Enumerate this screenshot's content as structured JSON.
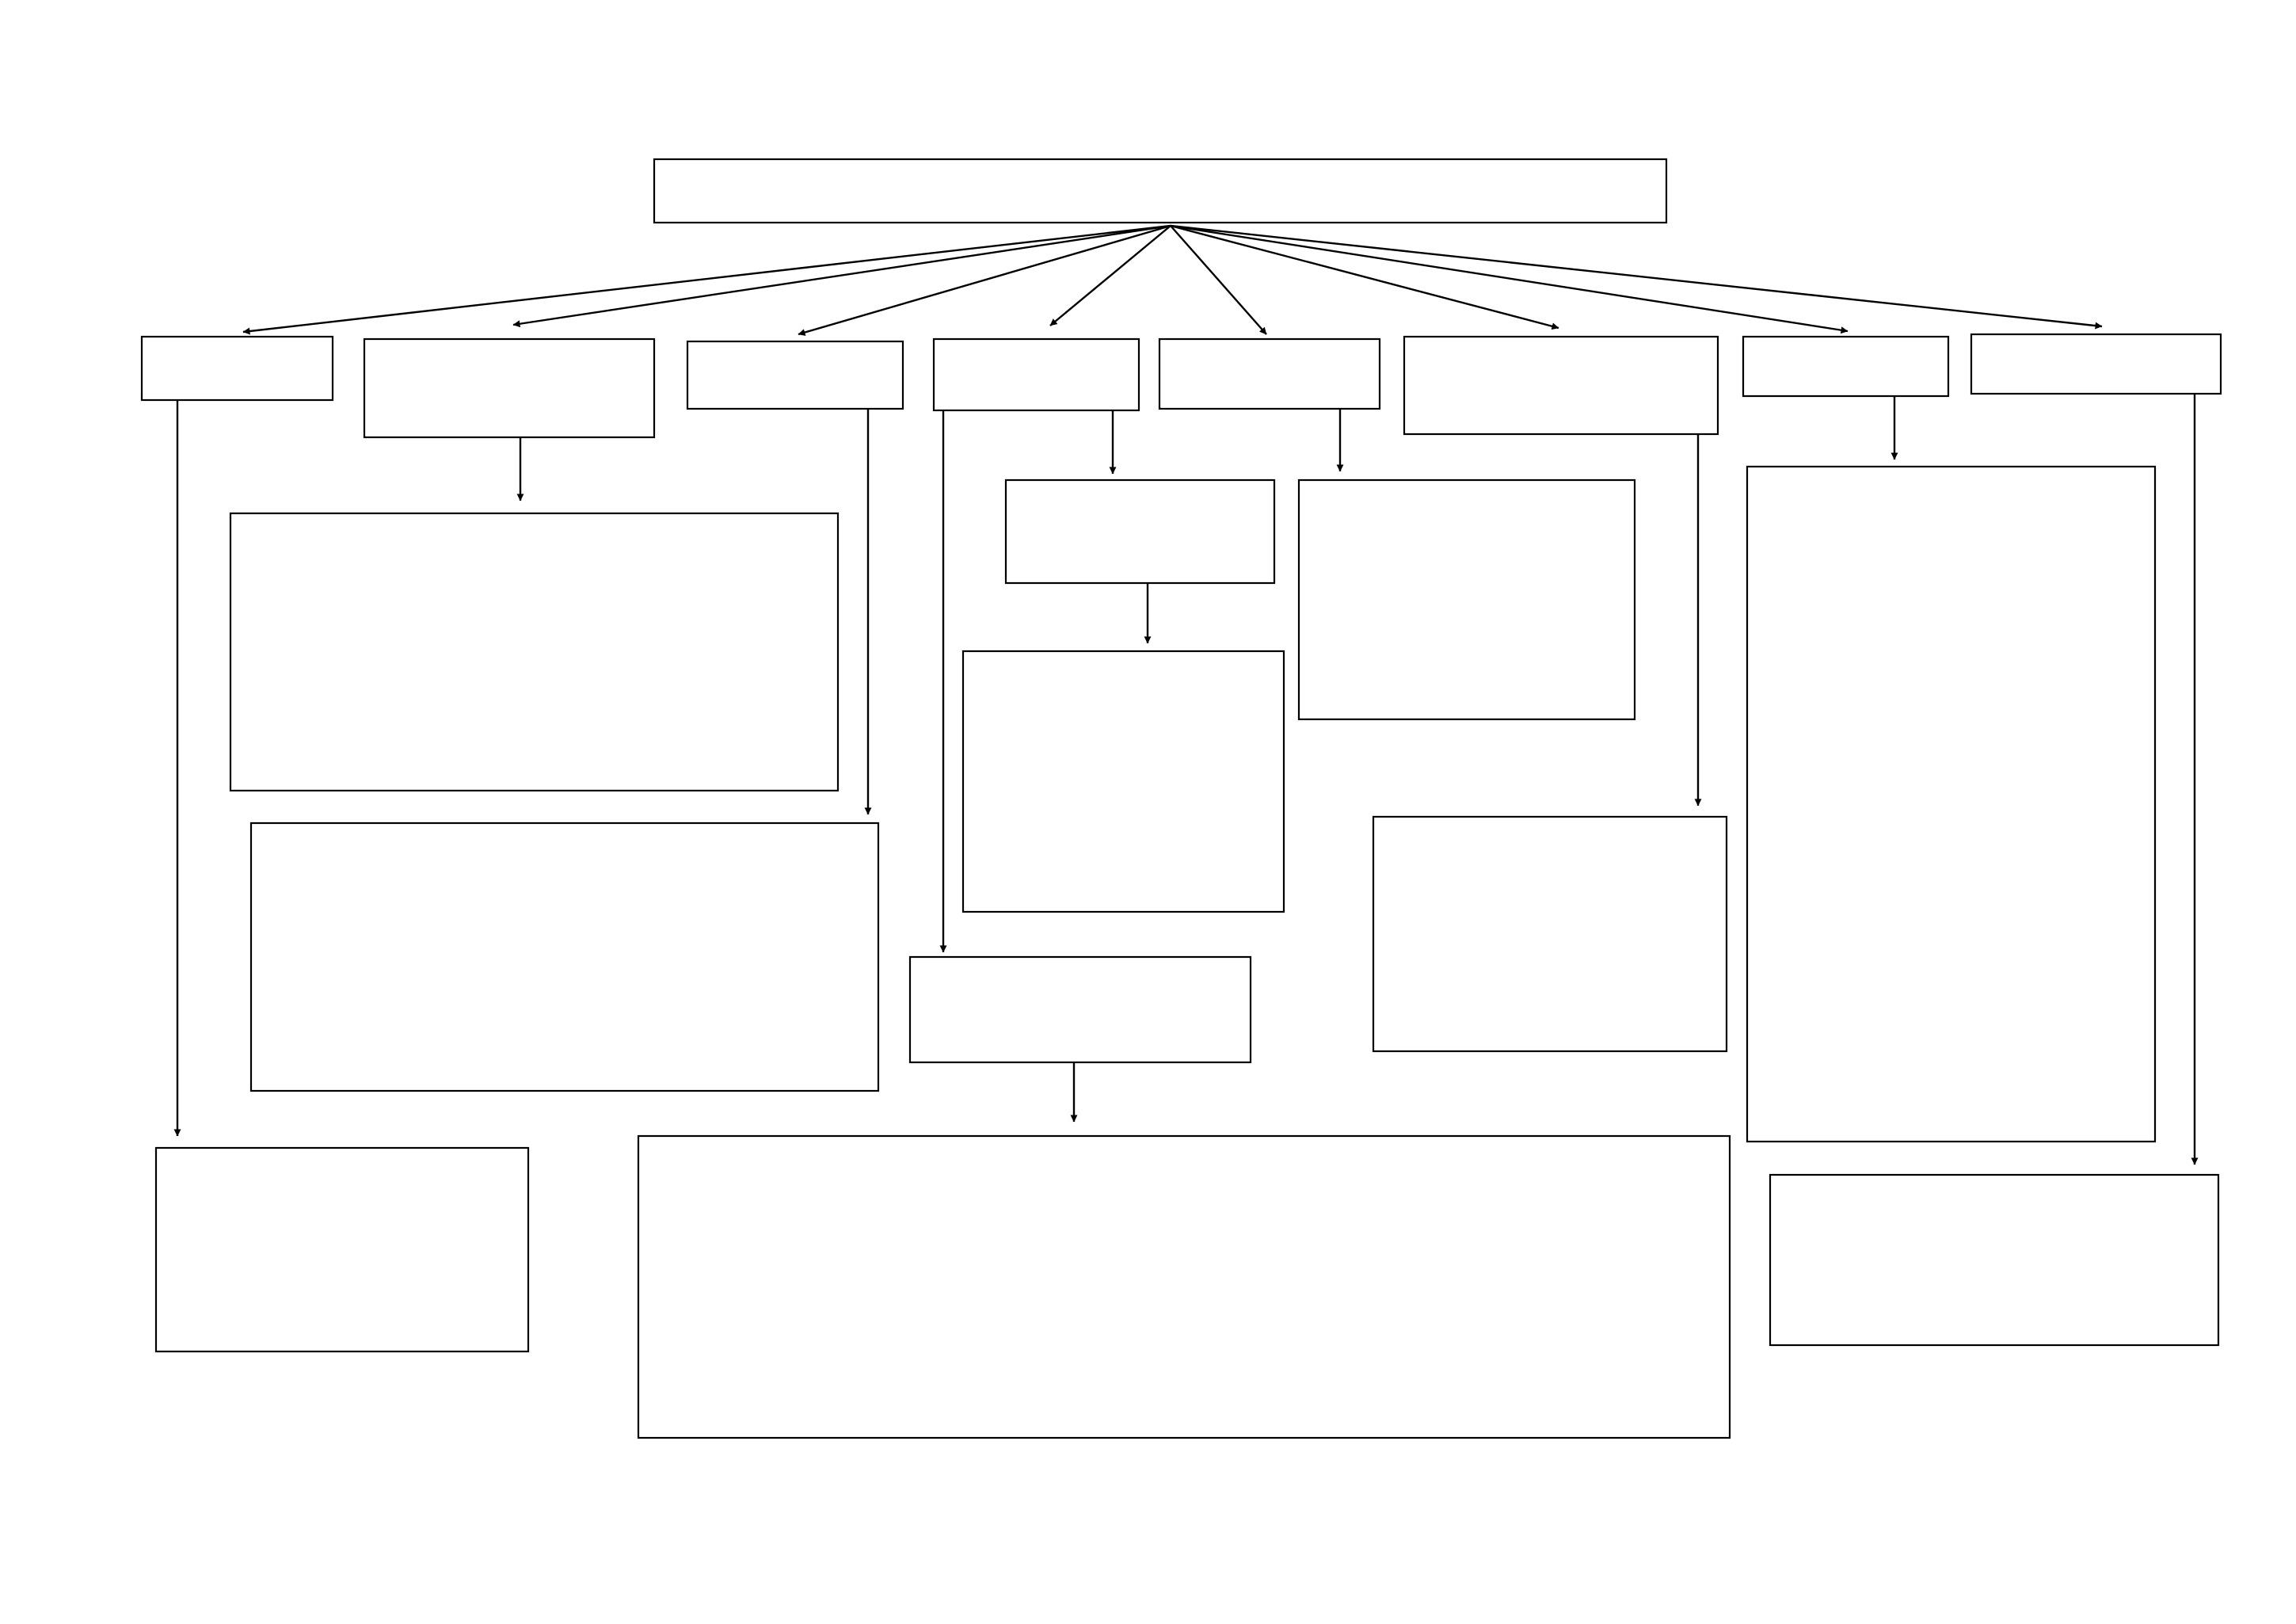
{
  "diagram": {
    "type": "flowchart-template",
    "colors": {
      "background": "#ffffff",
      "stroke": "#000000"
    },
    "nodes": [
      {
        "id": "root",
        "label": ""
      },
      {
        "id": "l1-1",
        "label": ""
      },
      {
        "id": "l1-2",
        "label": ""
      },
      {
        "id": "l1-3",
        "label": ""
      },
      {
        "id": "l1-4",
        "label": ""
      },
      {
        "id": "l1-5",
        "label": ""
      },
      {
        "id": "l1-6",
        "label": ""
      },
      {
        "id": "l1-7",
        "label": ""
      },
      {
        "id": "l1-8",
        "label": ""
      },
      {
        "id": "c2",
        "label": ""
      },
      {
        "id": "c3",
        "label": ""
      },
      {
        "id": "c4a",
        "label": ""
      },
      {
        "id": "c4a-child",
        "label": ""
      },
      {
        "id": "c4b",
        "label": ""
      },
      {
        "id": "c4b-child",
        "label": ""
      },
      {
        "id": "c5",
        "label": ""
      },
      {
        "id": "c6",
        "label": ""
      },
      {
        "id": "c7",
        "label": ""
      },
      {
        "id": "c8",
        "label": ""
      },
      {
        "id": "c1",
        "label": ""
      }
    ],
    "edges": [
      {
        "from": "root",
        "to": "l1-1"
      },
      {
        "from": "root",
        "to": "l1-2"
      },
      {
        "from": "root",
        "to": "l1-3"
      },
      {
        "from": "root",
        "to": "l1-4"
      },
      {
        "from": "root",
        "to": "l1-5"
      },
      {
        "from": "root",
        "to": "l1-6"
      },
      {
        "from": "root",
        "to": "l1-7"
      },
      {
        "from": "root",
        "to": "l1-8"
      },
      {
        "from": "l1-1",
        "to": "c1"
      },
      {
        "from": "l1-2",
        "to": "c2"
      },
      {
        "from": "l1-3",
        "to": "c3"
      },
      {
        "from": "l1-4",
        "to": "c4a"
      },
      {
        "from": "c4a",
        "to": "c4a-child"
      },
      {
        "from": "l1-4",
        "to": "c4b"
      },
      {
        "from": "c4b",
        "to": "c4b-child"
      },
      {
        "from": "l1-5",
        "to": "c5"
      },
      {
        "from": "l1-6",
        "to": "c6"
      },
      {
        "from": "l1-7",
        "to": "c7"
      },
      {
        "from": "l1-8",
        "to": "c8"
      }
    ]
  }
}
